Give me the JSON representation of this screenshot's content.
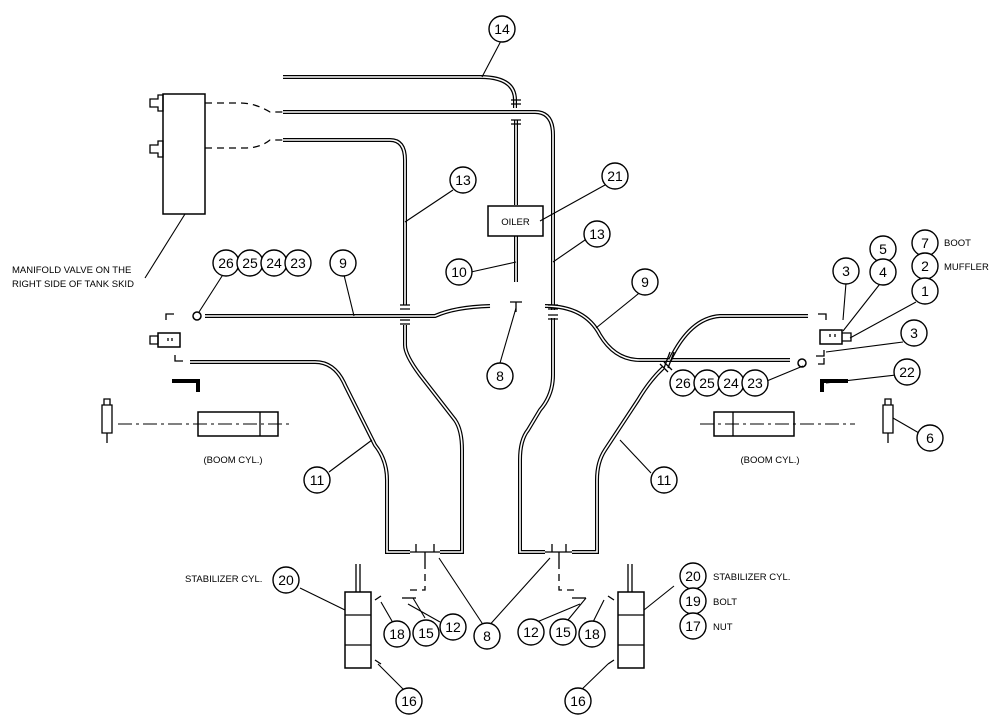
{
  "labels": {
    "manifold_line1": "MANIFOLD VALVE ON THE",
    "manifold_line2": "RIGHT SIDE OF TANK SKID",
    "oiler": "OILER",
    "boom_cyl_left": "(BOOM CYL.)",
    "boom_cyl_right": "(BOOM CYL.)",
    "stabilizer_left": "STABILIZER CYL.",
    "legend_boot": "BOOT",
    "legend_muffler": "MUFFLER",
    "legend_stabilizer": "STABILIZER CYL.",
    "legend_bolt": "BOLT",
    "legend_nut": "NUT"
  },
  "balloons": [
    {
      "id": "b14",
      "text": "14"
    },
    {
      "id": "b13a",
      "text": "13"
    },
    {
      "id": "b21",
      "text": "21"
    },
    {
      "id": "b13b",
      "text": "13"
    },
    {
      "id": "b10",
      "text": "10"
    },
    {
      "id": "b26a",
      "text": "26"
    },
    {
      "id": "b25a",
      "text": "25"
    },
    {
      "id": "b24a",
      "text": "24"
    },
    {
      "id": "b23a",
      "text": "23"
    },
    {
      "id": "b9a",
      "text": "9"
    },
    {
      "id": "b9b",
      "text": "9"
    },
    {
      "id": "b8a",
      "text": "8"
    },
    {
      "id": "b7",
      "text": "7"
    },
    {
      "id": "b5",
      "text": "5"
    },
    {
      "id": "b3a",
      "text": "3"
    },
    {
      "id": "b4",
      "text": "4"
    },
    {
      "id": "b2",
      "text": "2"
    },
    {
      "id": "b1",
      "text": "1"
    },
    {
      "id": "b3b",
      "text": "3"
    },
    {
      "id": "b26b",
      "text": "26"
    },
    {
      "id": "b25b",
      "text": "25"
    },
    {
      "id": "b24b",
      "text": "24"
    },
    {
      "id": "b23b",
      "text": "23"
    },
    {
      "id": "b22",
      "text": "22"
    },
    {
      "id": "b6",
      "text": "6"
    },
    {
      "id": "b11a",
      "text": "11"
    },
    {
      "id": "b11b",
      "text": "11"
    },
    {
      "id": "b20a",
      "text": "20"
    },
    {
      "id": "b18a",
      "text": "18"
    },
    {
      "id": "b15a",
      "text": "15"
    },
    {
      "id": "b12a",
      "text": "12"
    },
    {
      "id": "b8b",
      "text": "8"
    },
    {
      "id": "b12b",
      "text": "12"
    },
    {
      "id": "b15b",
      "text": "15"
    },
    {
      "id": "b18b",
      "text": "18"
    },
    {
      "id": "b20b",
      "text": "20"
    },
    {
      "id": "b19",
      "text": "19"
    },
    {
      "id": "b17",
      "text": "17"
    },
    {
      "id": "b16a",
      "text": "16"
    },
    {
      "id": "b16b",
      "text": "16"
    }
  ]
}
